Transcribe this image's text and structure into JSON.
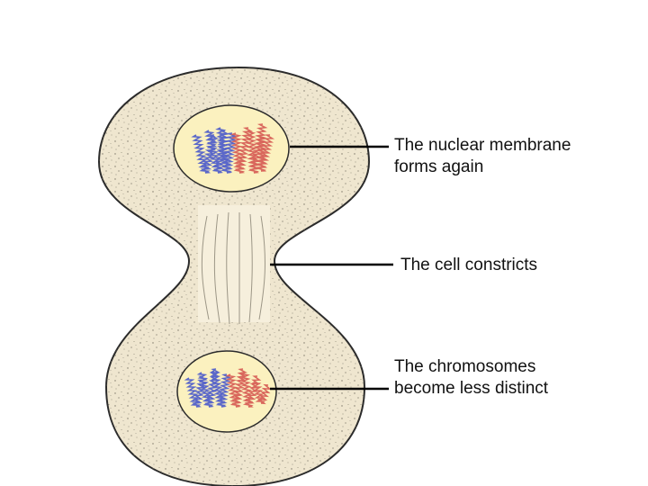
{
  "labels": {
    "nuclear_membrane": {
      "line1": "The nuclear membrane",
      "line2": "forms again"
    },
    "cell_constricts": {
      "line1": "The cell constricts"
    },
    "chromosomes": {
      "line1": "The chromosomes",
      "line2": "become less distinct"
    }
  },
  "colors": {
    "cytoplasm": "#efe6cf",
    "cell_outline": "#2b2b2b",
    "nucleus": "#fbf1bf",
    "chromosome_blue": "#5a67c9",
    "chromosome_red": "#d9675c",
    "leader_line": "#000000"
  },
  "icons": [
    "dividing-cell",
    "nucleus",
    "chromosome",
    "spindle-fibers"
  ]
}
